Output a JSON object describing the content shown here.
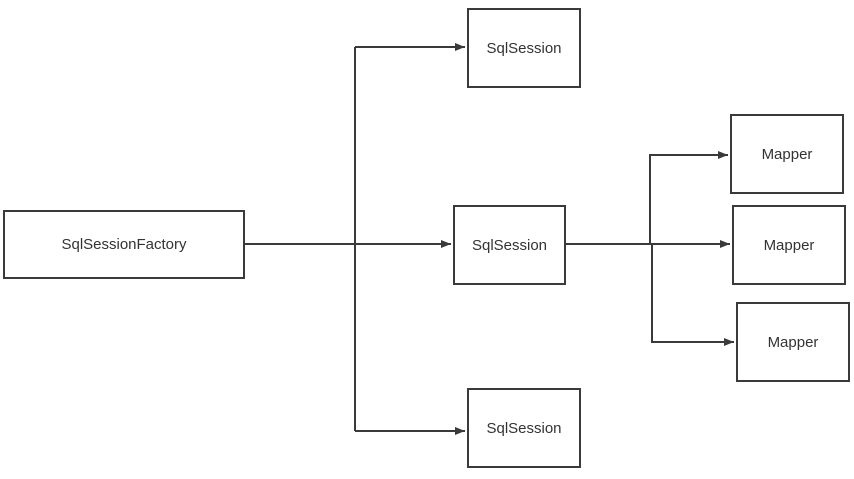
{
  "diagram": {
    "factory": {
      "label": "SqlSessionFactory"
    },
    "sessions": [
      {
        "label": "SqlSession"
      },
      {
        "label": "SqlSession"
      },
      {
        "label": "SqlSession"
      }
    ],
    "mappers": [
      {
        "label": "Mapper"
      },
      {
        "label": "Mapper"
      },
      {
        "label": "Mapper"
      }
    ],
    "colors": {
      "stroke": "#3a3a3a",
      "text": "#333333",
      "background": "#ffffff"
    }
  }
}
